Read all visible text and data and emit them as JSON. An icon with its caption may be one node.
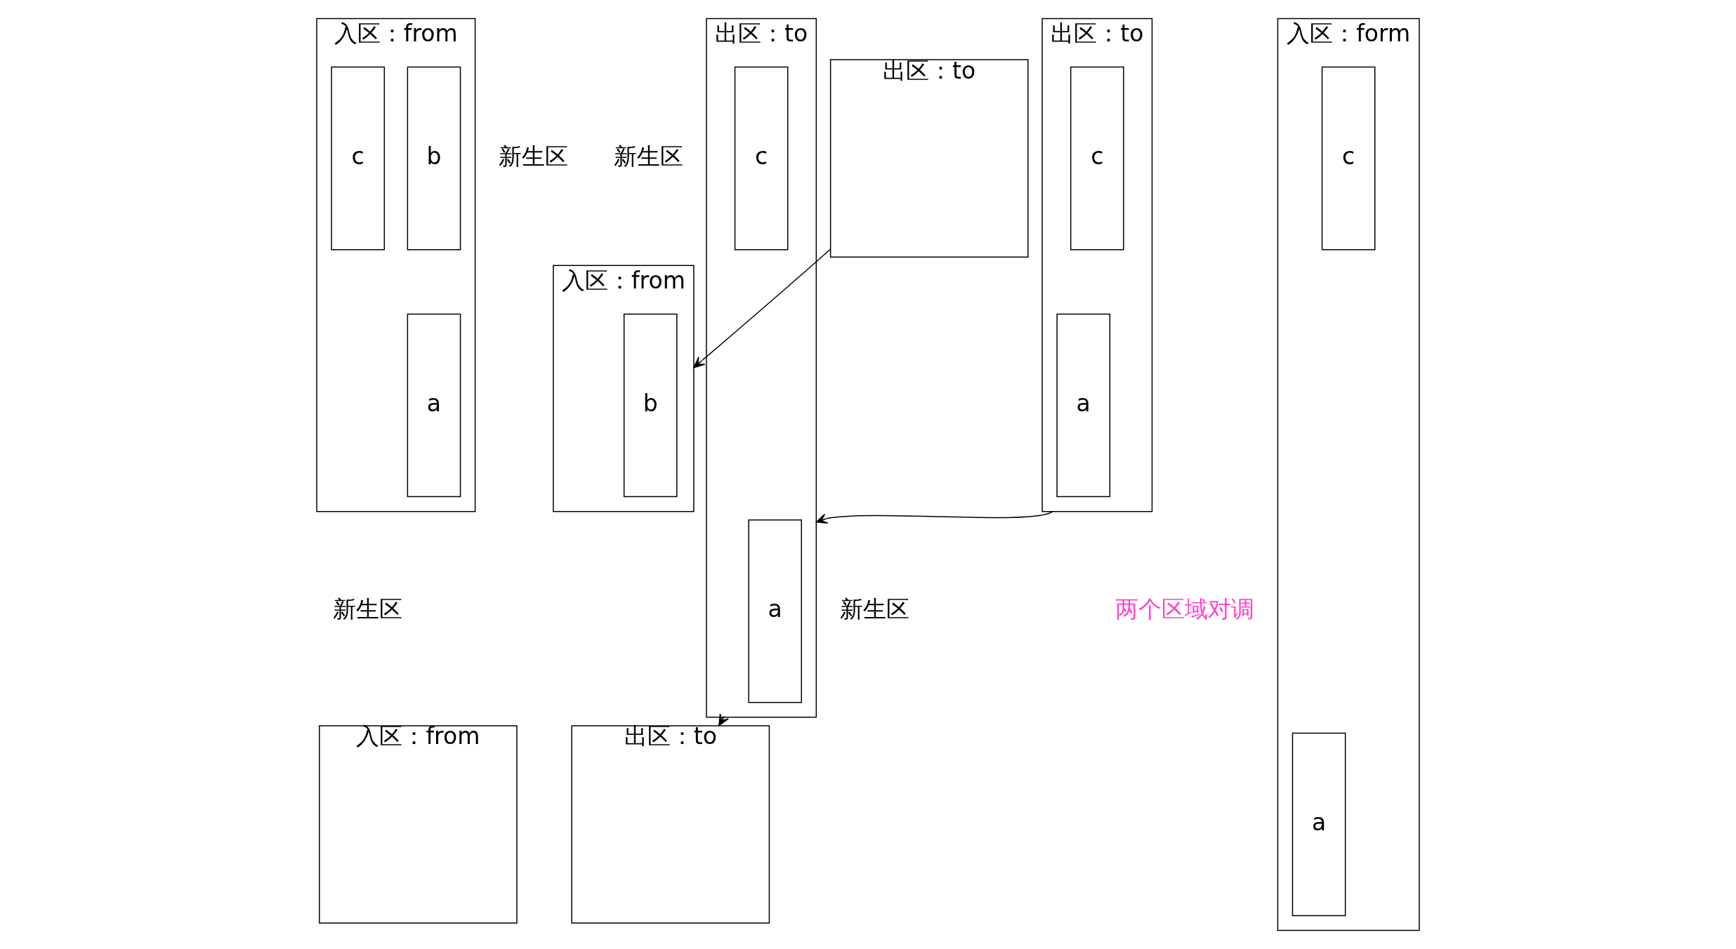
{
  "diagram": {
    "nodes": [
      {
        "text": [
          "入区：from"
        ]
      },
      {
        "text": [
          "a"
        ],
        "in": 0
      },
      {
        "text": [
          "b"
        ],
        "in": 0
      },
      {
        "text": [
          "c"
        ],
        "in": 0
      },
      {
        "text": [
          "出区：to"
        ]
      },
      {
        "text": [
          "入区：from"
        ]
      },
      {
        "text": [
          "b"
        ],
        "in": 5
      },
      {
        "text": [
          "出区：to"
        ]
      },
      {
        "text": [
          "a"
        ],
        "in": 7
      },
      {
        "text": [
          "c"
        ],
        "in": 7
      },
      {
        "text": [
          "入区：from"
        ]
      },
      {
        "text": [
          "出区：to"
        ]
      },
      {
        "text": [
          "a"
        ],
        "in": 11
      },
      {
        "text": [
          "c"
        ],
        "in": 11
      },
      {
        "text": [
          "出区：to"
        ]
      },
      {
        "text": [
          "入区：form"
        ]
      },
      {
        "text": [
          "a"
        ],
        "in": 15
      },
      {
        "text": [
          "c"
        ],
        "in": 15
      }
    ],
    "edges": [
      {
        "from": 4,
        "to": 5,
        "arrow": "to"
      },
      {
        "from": 7,
        "to": 11,
        "arrow": "to"
      },
      {
        "from": 11,
        "to": 14,
        "arrow": "to"
      }
    ],
    "labels": [
      "新生区",
      "新生区",
      "新生区",
      "新生区",
      "两个区域对调"
    ]
  }
}
